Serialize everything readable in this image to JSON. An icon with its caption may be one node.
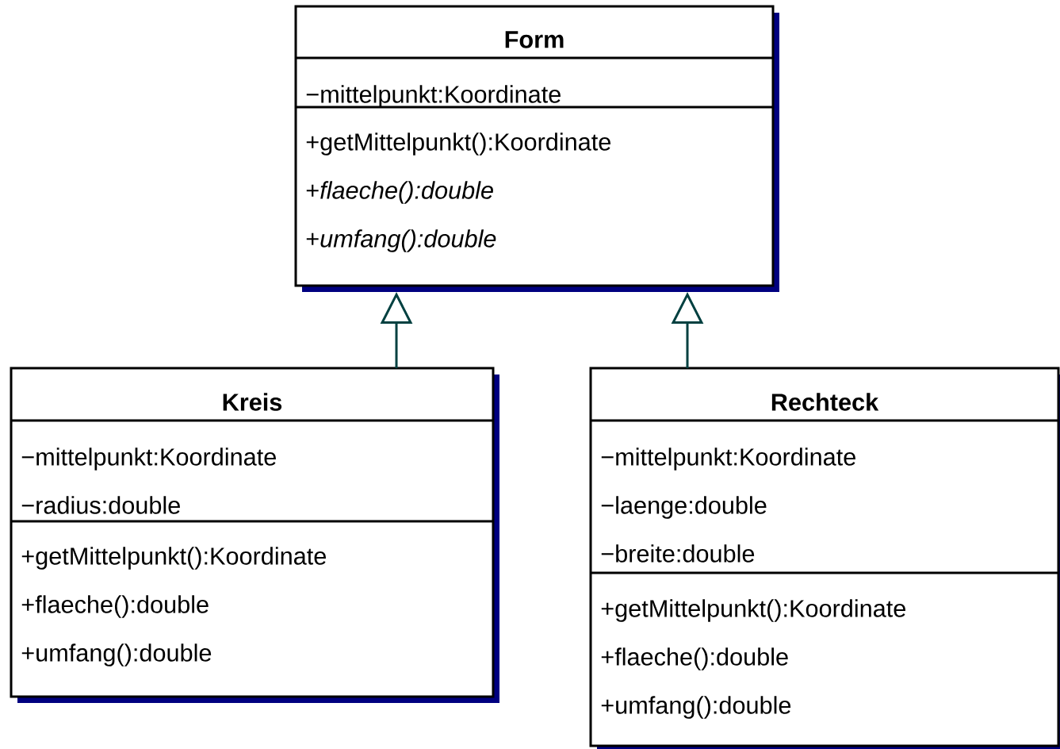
{
  "diagram": {
    "nodes": [
      {
        "text": [
          "Form"
        ]
      },
      {
        "text": [
          "−mittelpunkt:Koordinate"
        ],
        "in": 0
      },
      {
        "text": [
          "+getMittelpunkt():Koordinate",
          "+*flaeche():double*",
          "+*umfang():double*"
        ],
        "in": 0
      },
      {
        "text": [
          "Kreis"
        ]
      },
      {
        "text": [
          "−mittelpunkt:Koordinate",
          "−radius:double"
        ],
        "in": 3
      },
      {
        "text": [
          "+getMittelpunkt():Koordinate",
          "+flaeche():double",
          "+umfang():double"
        ],
        "in": 3
      },
      {
        "text": [
          "Rechteck"
        ]
      },
      {
        "text": [
          "−mittelpunkt:Koordinate",
          "−laenge:double",
          "−breite:double"
        ],
        "in": 6
      },
      {
        "text": [
          "+getMittelpunkt():Koordinate",
          "+flaeche():double",
          "+umfang():double"
        ],
        "in": 6
      }
    ],
    "edges": [
      {
        "from": 3,
        "to": 0,
        "arrow": "to"
      },
      {
        "from": 6,
        "to": 0,
        "arrow": "to"
      }
    ]
  }
}
